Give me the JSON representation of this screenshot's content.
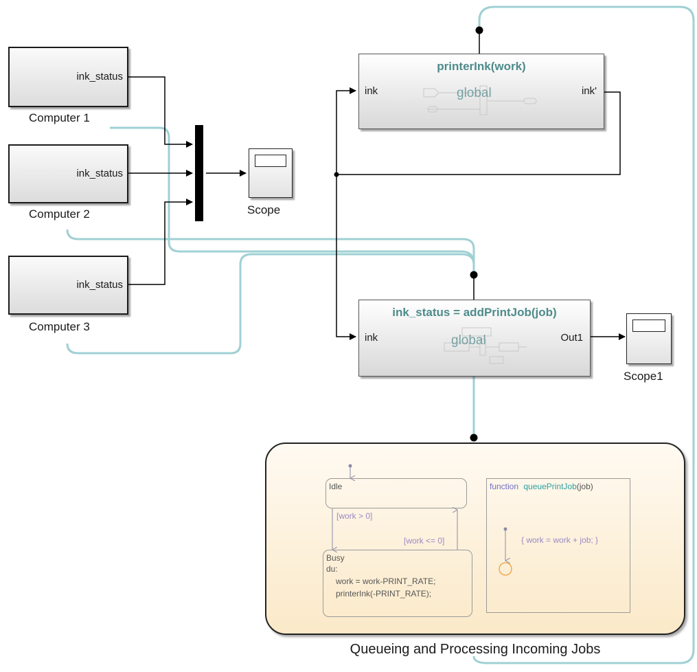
{
  "computers": [
    {
      "port": "ink_status",
      "caption": "Computer 1"
    },
    {
      "port": "ink_status",
      "caption": "Computer 2"
    },
    {
      "port": "ink_status",
      "caption": "Computer 3"
    }
  ],
  "scope": {
    "caption": "Scope"
  },
  "scope1": {
    "caption": "Scope1"
  },
  "printer_fn": {
    "title": "printerInk(work)",
    "in_port": "ink",
    "out_port": "ink'",
    "watermark": "global"
  },
  "add_fn": {
    "title": "ink_status = addPrintJob(job)",
    "in_port": "ink",
    "out_port": "Out1",
    "watermark": "global"
  },
  "chart": {
    "caption": "Queueing and Processing Incoming Jobs",
    "idle": {
      "label": "Idle"
    },
    "busy": {
      "label": "Busy",
      "du": "du:",
      "line1": "work = work-PRINT_RATE;",
      "line2": "printerInk(-PRINT_RATE);"
    },
    "t_to_busy": "[work > 0]",
    "t_to_idle": "[work <= 0]",
    "fn": {
      "keyword": "function",
      "name": "queuePrintJob",
      "args": "(job)",
      "body": "{ work = work + job; }"
    }
  }
}
